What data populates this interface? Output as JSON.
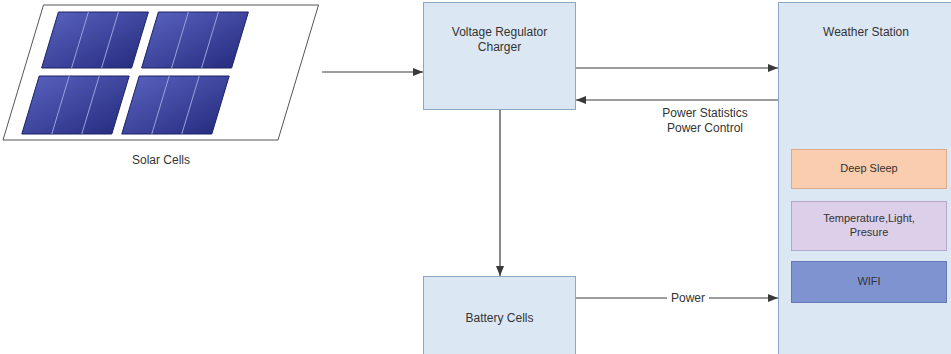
{
  "diagram": {
    "nodes": [
      {
        "text": [
          "Solar Cells"
        ]
      },
      {
        "text": [
          "Voltage Regulator Charger"
        ]
      },
      {
        "text": [
          "Battery Cells"
        ]
      },
      {
        "text": [
          "Weather Station"
        ]
      },
      {
        "text": [
          "Deep Sleep"
        ],
        "in": 3
      },
      {
        "text": [
          "Temperature,Light, Presure"
        ],
        "in": 3
      },
      {
        "text": [
          "WIFI"
        ],
        "in": 3
      }
    ],
    "edges": [
      {
        "from": 0,
        "to": 1,
        "arrow": "to"
      },
      {
        "from": 1,
        "to": 3,
        "arrow": "to"
      },
      {
        "from": 3,
        "to": 1,
        "arrow": "to",
        "label": "Power Statistics Power Control"
      },
      {
        "from": 1,
        "to": 2,
        "arrow": "to"
      },
      {
        "from": 2,
        "to": 3,
        "arrow": "to",
        "label": "Power"
      }
    ]
  }
}
